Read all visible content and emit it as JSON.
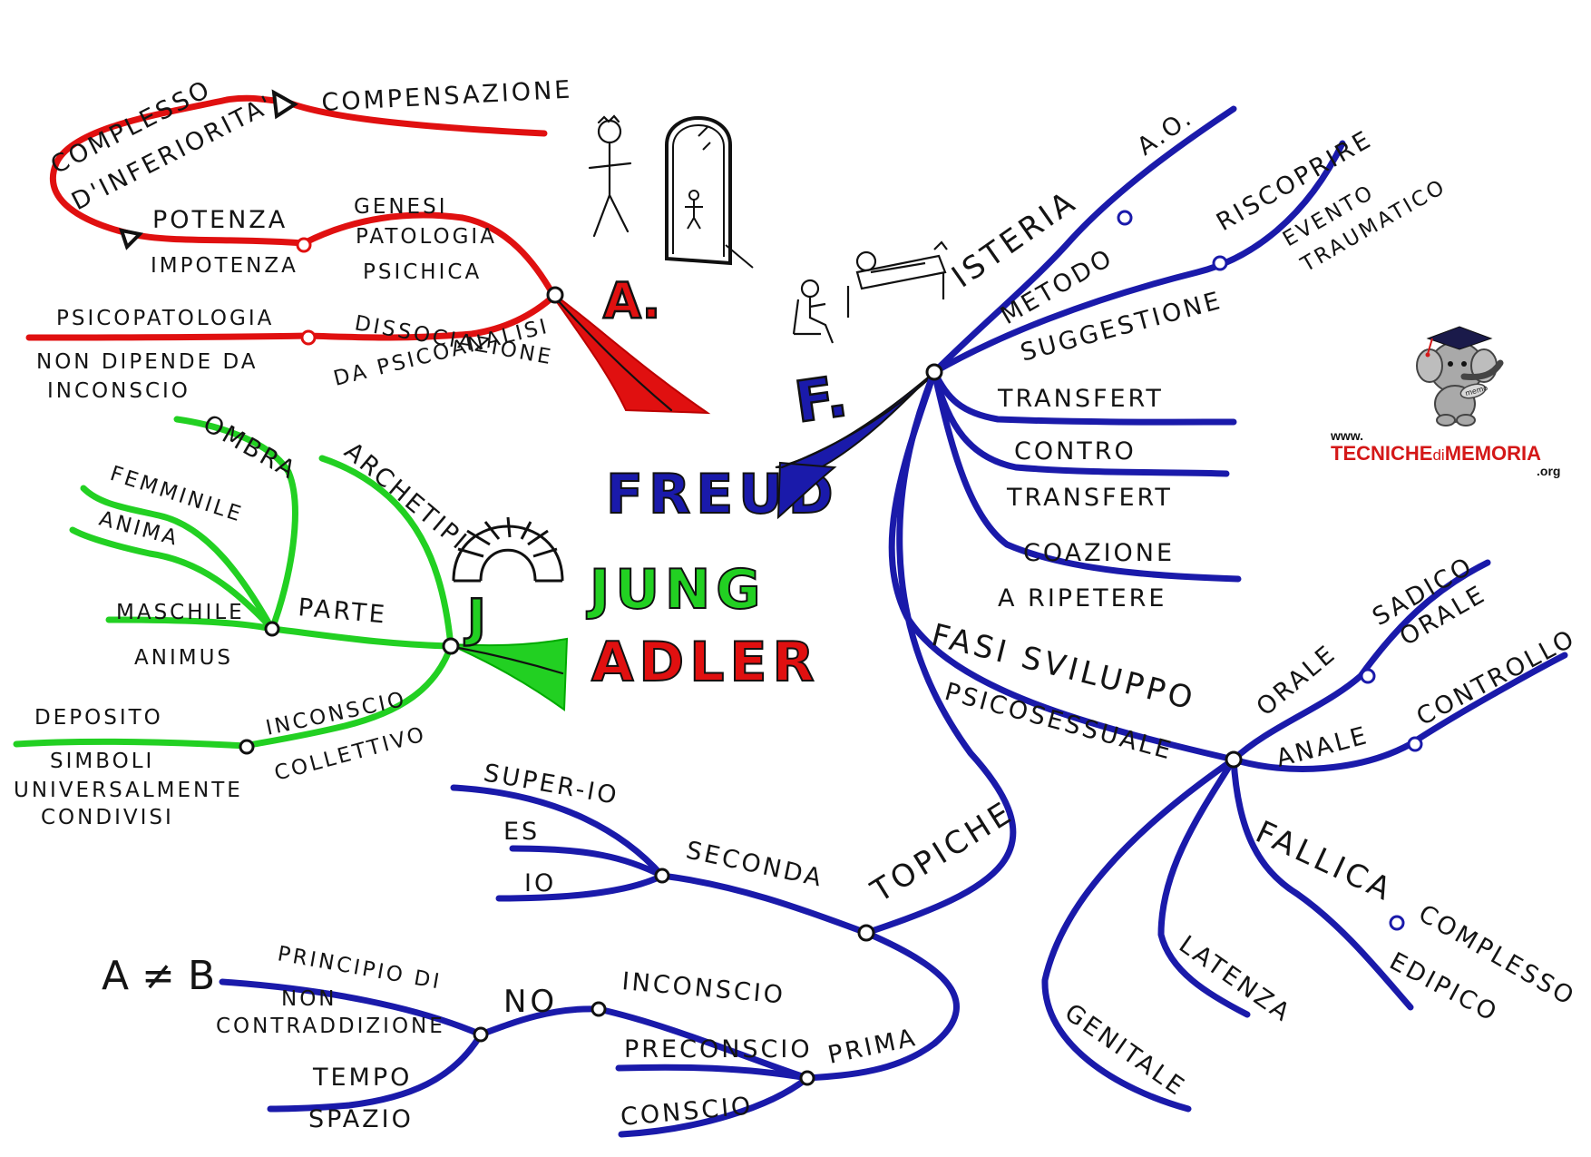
{
  "title": {
    "freud": "FREUD",
    "jung": "JUNG",
    "adler": "ADLER"
  },
  "branch_letters": {
    "freud": "F.",
    "jung": "J",
    "adler": "A."
  },
  "adler": {
    "complesso": "COMPLESSO",
    "inferiorita": "D'INFERIORITA'",
    "compensazione": "COMPENSAZIONE",
    "potenza": "POTENZA",
    "impotenza": "IMPOTENZA",
    "genesi": "GENESI",
    "patologia": "PATOLOGIA",
    "psichica": "PSICHICA",
    "psicopatologia": "PSICOPATOLOGIA",
    "non_dipende": "NON DIPENDE DA",
    "inconscio": "INCONSCIO",
    "dissociazione": "DISSOCIAZIONE",
    "da_psicoanalisi": "DA PSICOANALISI"
  },
  "jung": {
    "ombra": "OMBRA",
    "archetipi": "ARCHETIPI",
    "femminile": "FEMMINILE",
    "anima": "ANIMA",
    "maschile": "MASCHILE",
    "animus": "ANIMUS",
    "parte": "PARTE",
    "deposito": "DEPOSITO",
    "simboli": "SIMBOLI",
    "universalmente": "UNIVERSALMENTE",
    "condivisi": "CONDIVISI",
    "inconscio": "INCONSCIO",
    "collettivo": "COLLETTIVO"
  },
  "freud": {
    "ao": "A.O.",
    "isteria": "ISTERIA",
    "riscoprire": "RISCOPRIRE",
    "evento": "EVENTO",
    "traumatico": "TRAUMATICO",
    "metodo": "METODO",
    "suggestione": "SUGGESTIONE",
    "transfert": "TRANSFERT",
    "contro": "CONTRO",
    "transfert2": "TRANSFERT",
    "coazione": "COAZIONE",
    "a_ripetere": "A RIPETERE",
    "fasi_sviluppo": "FASI SVILUPPO",
    "psicosessuale": "PSICOSESSUALE",
    "orale": "ORALE",
    "sadico": "SADICO",
    "orale2": "ORALE",
    "anale": "ANALE",
    "controllo": "CONTROLLO",
    "fallica": "FALLICA",
    "complesso": "COMPLESSO",
    "edipico": "EDIPICO",
    "latenza": "LATENZA",
    "genitale": "GENITALE",
    "topiche": "TOPICHE",
    "seconda": "SECONDA",
    "super_io": "SUPER-IO",
    "es": "ES",
    "io": "IO",
    "prima": "PRIMA",
    "inconscio": "INCONSCIO",
    "preconscio": "PRECONSCIO",
    "conscio": "CONSCIO",
    "no": "NO",
    "principio_di": "PRINCIPIO DI",
    "non": "NON",
    "contraddizione": "CONTRADDIZIONE",
    "a_diverso_b": "A ≠ B",
    "tempo": "TEMPO",
    "spazio": "SPAZIO"
  },
  "logo": {
    "www": "www.",
    "name_part1": "TECNICHE",
    "name_part2": "di",
    "name_part3": "MEMORIA",
    "org": ".org",
    "hat_text": "memo"
  },
  "colors": {
    "adler": "#e01010",
    "jung": "#22d022",
    "freud": "#1a1aaa",
    "ink": "#141414"
  },
  "icons": [
    "stick-figure-icon",
    "mirror-icon",
    "therapist-couch-icon",
    "arch-icon",
    "elephant-mascot-icon"
  ]
}
